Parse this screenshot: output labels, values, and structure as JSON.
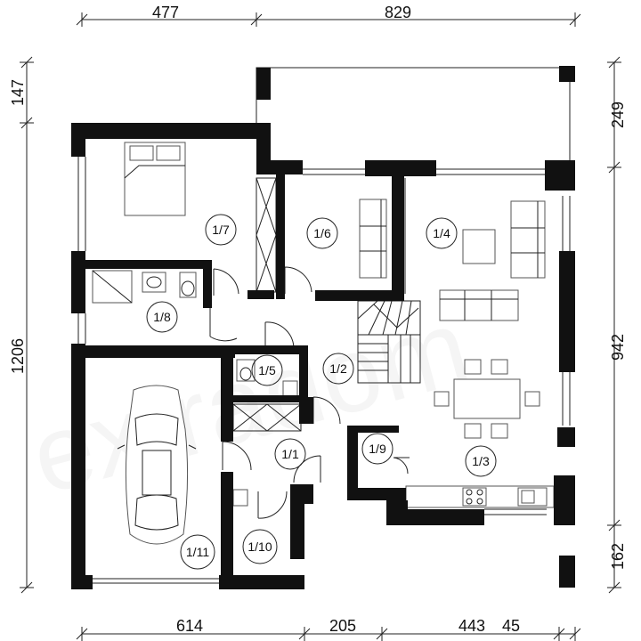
{
  "dimensions": {
    "top": [
      "477",
      "829"
    ],
    "bottom": [
      "614",
      "205",
      "443",
      "45"
    ],
    "left": [
      "147",
      "1206"
    ],
    "right": [
      "249",
      "942",
      "162"
    ]
  },
  "rooms": [
    "1/1",
    "1/2",
    "1/3",
    "1/4",
    "1/5",
    "1/6",
    "1/7",
    "1/8",
    "1/9",
    "1/10",
    "1/11"
  ],
  "watermark": "extradom"
}
